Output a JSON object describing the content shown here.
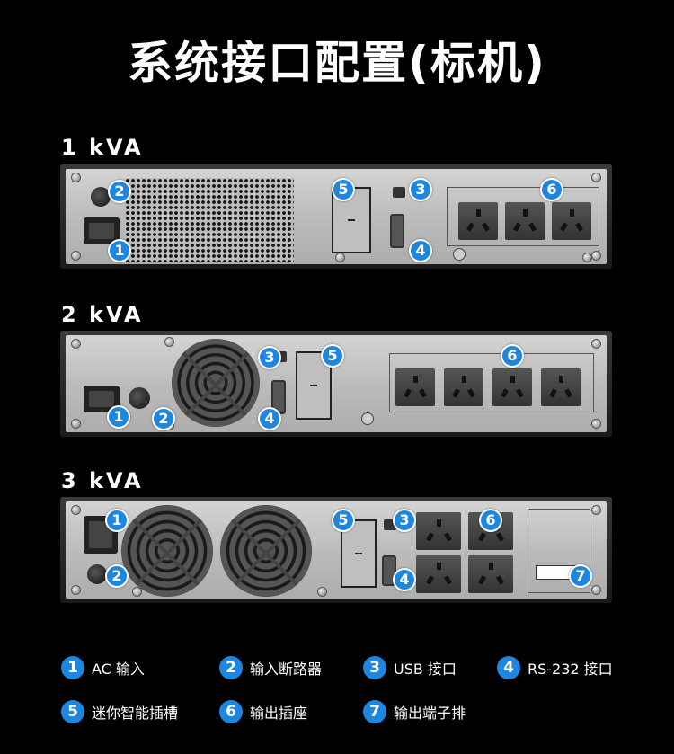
{
  "title": "系统接口配置(标机)",
  "models": [
    {
      "label": "1 kVA"
    },
    {
      "label": "2 kVA"
    },
    {
      "label": "3 kVA"
    }
  ],
  "badges": [
    "1",
    "2",
    "3",
    "4",
    "5",
    "6",
    "7"
  ],
  "legend": [
    {
      "num": "1",
      "text": "AC 输入"
    },
    {
      "num": "2",
      "text": "输入断路器"
    },
    {
      "num": "3",
      "text": "USB 接口"
    },
    {
      "num": "4",
      "text": "RS-232 接口"
    },
    {
      "num": "5",
      "text": "迷你智能插槽"
    },
    {
      "num": "6",
      "text": "输出插座"
    },
    {
      "num": "7",
      "text": "输出端子排"
    }
  ],
  "colors": {
    "badge": "#1f86e0",
    "background": "#000000",
    "plate": "#c4c4c4"
  }
}
